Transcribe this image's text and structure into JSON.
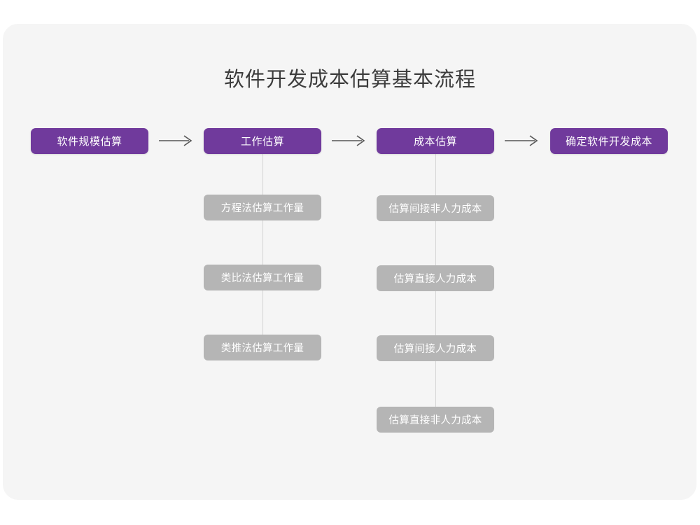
{
  "page": {
    "title": "软件开发成本估算基本流程",
    "background_color": "#ffffff",
    "card_color": "#f5f5f5",
    "primary_color": "#703a9c",
    "secondary_color": "#b5b5b5",
    "connector_color": "#d3d3d3",
    "arrow_color": "#555555",
    "title_color": "#3c3c3c"
  },
  "flow": {
    "steps": [
      {
        "id": "step-1",
        "label": "软件规模估算",
        "sub_items": []
      },
      {
        "id": "step-2",
        "label": "工作估算",
        "sub_items": [
          "方程法估算工作量",
          "类比法估算工作量",
          "类推法估算工作量"
        ]
      },
      {
        "id": "step-3",
        "label": "成本估算",
        "sub_items": [
          "估算间接非人力成本",
          "估算直接人力成本",
          "估算间接人力成本",
          "估算直接非人力成本"
        ]
      },
      {
        "id": "step-4",
        "label": "确定软件开发成本",
        "sub_items": []
      }
    ],
    "arrows": [
      {
        "id": "arrow-1",
        "from": "step-1",
        "to": "step-2",
        "glyph": "arrow-right-icon"
      },
      {
        "id": "arrow-2",
        "from": "step-2",
        "to": "step-3",
        "glyph": "arrow-right-icon"
      },
      {
        "id": "arrow-3",
        "from": "step-3",
        "to": "step-4",
        "glyph": "arrow-right-icon"
      }
    ]
  }
}
